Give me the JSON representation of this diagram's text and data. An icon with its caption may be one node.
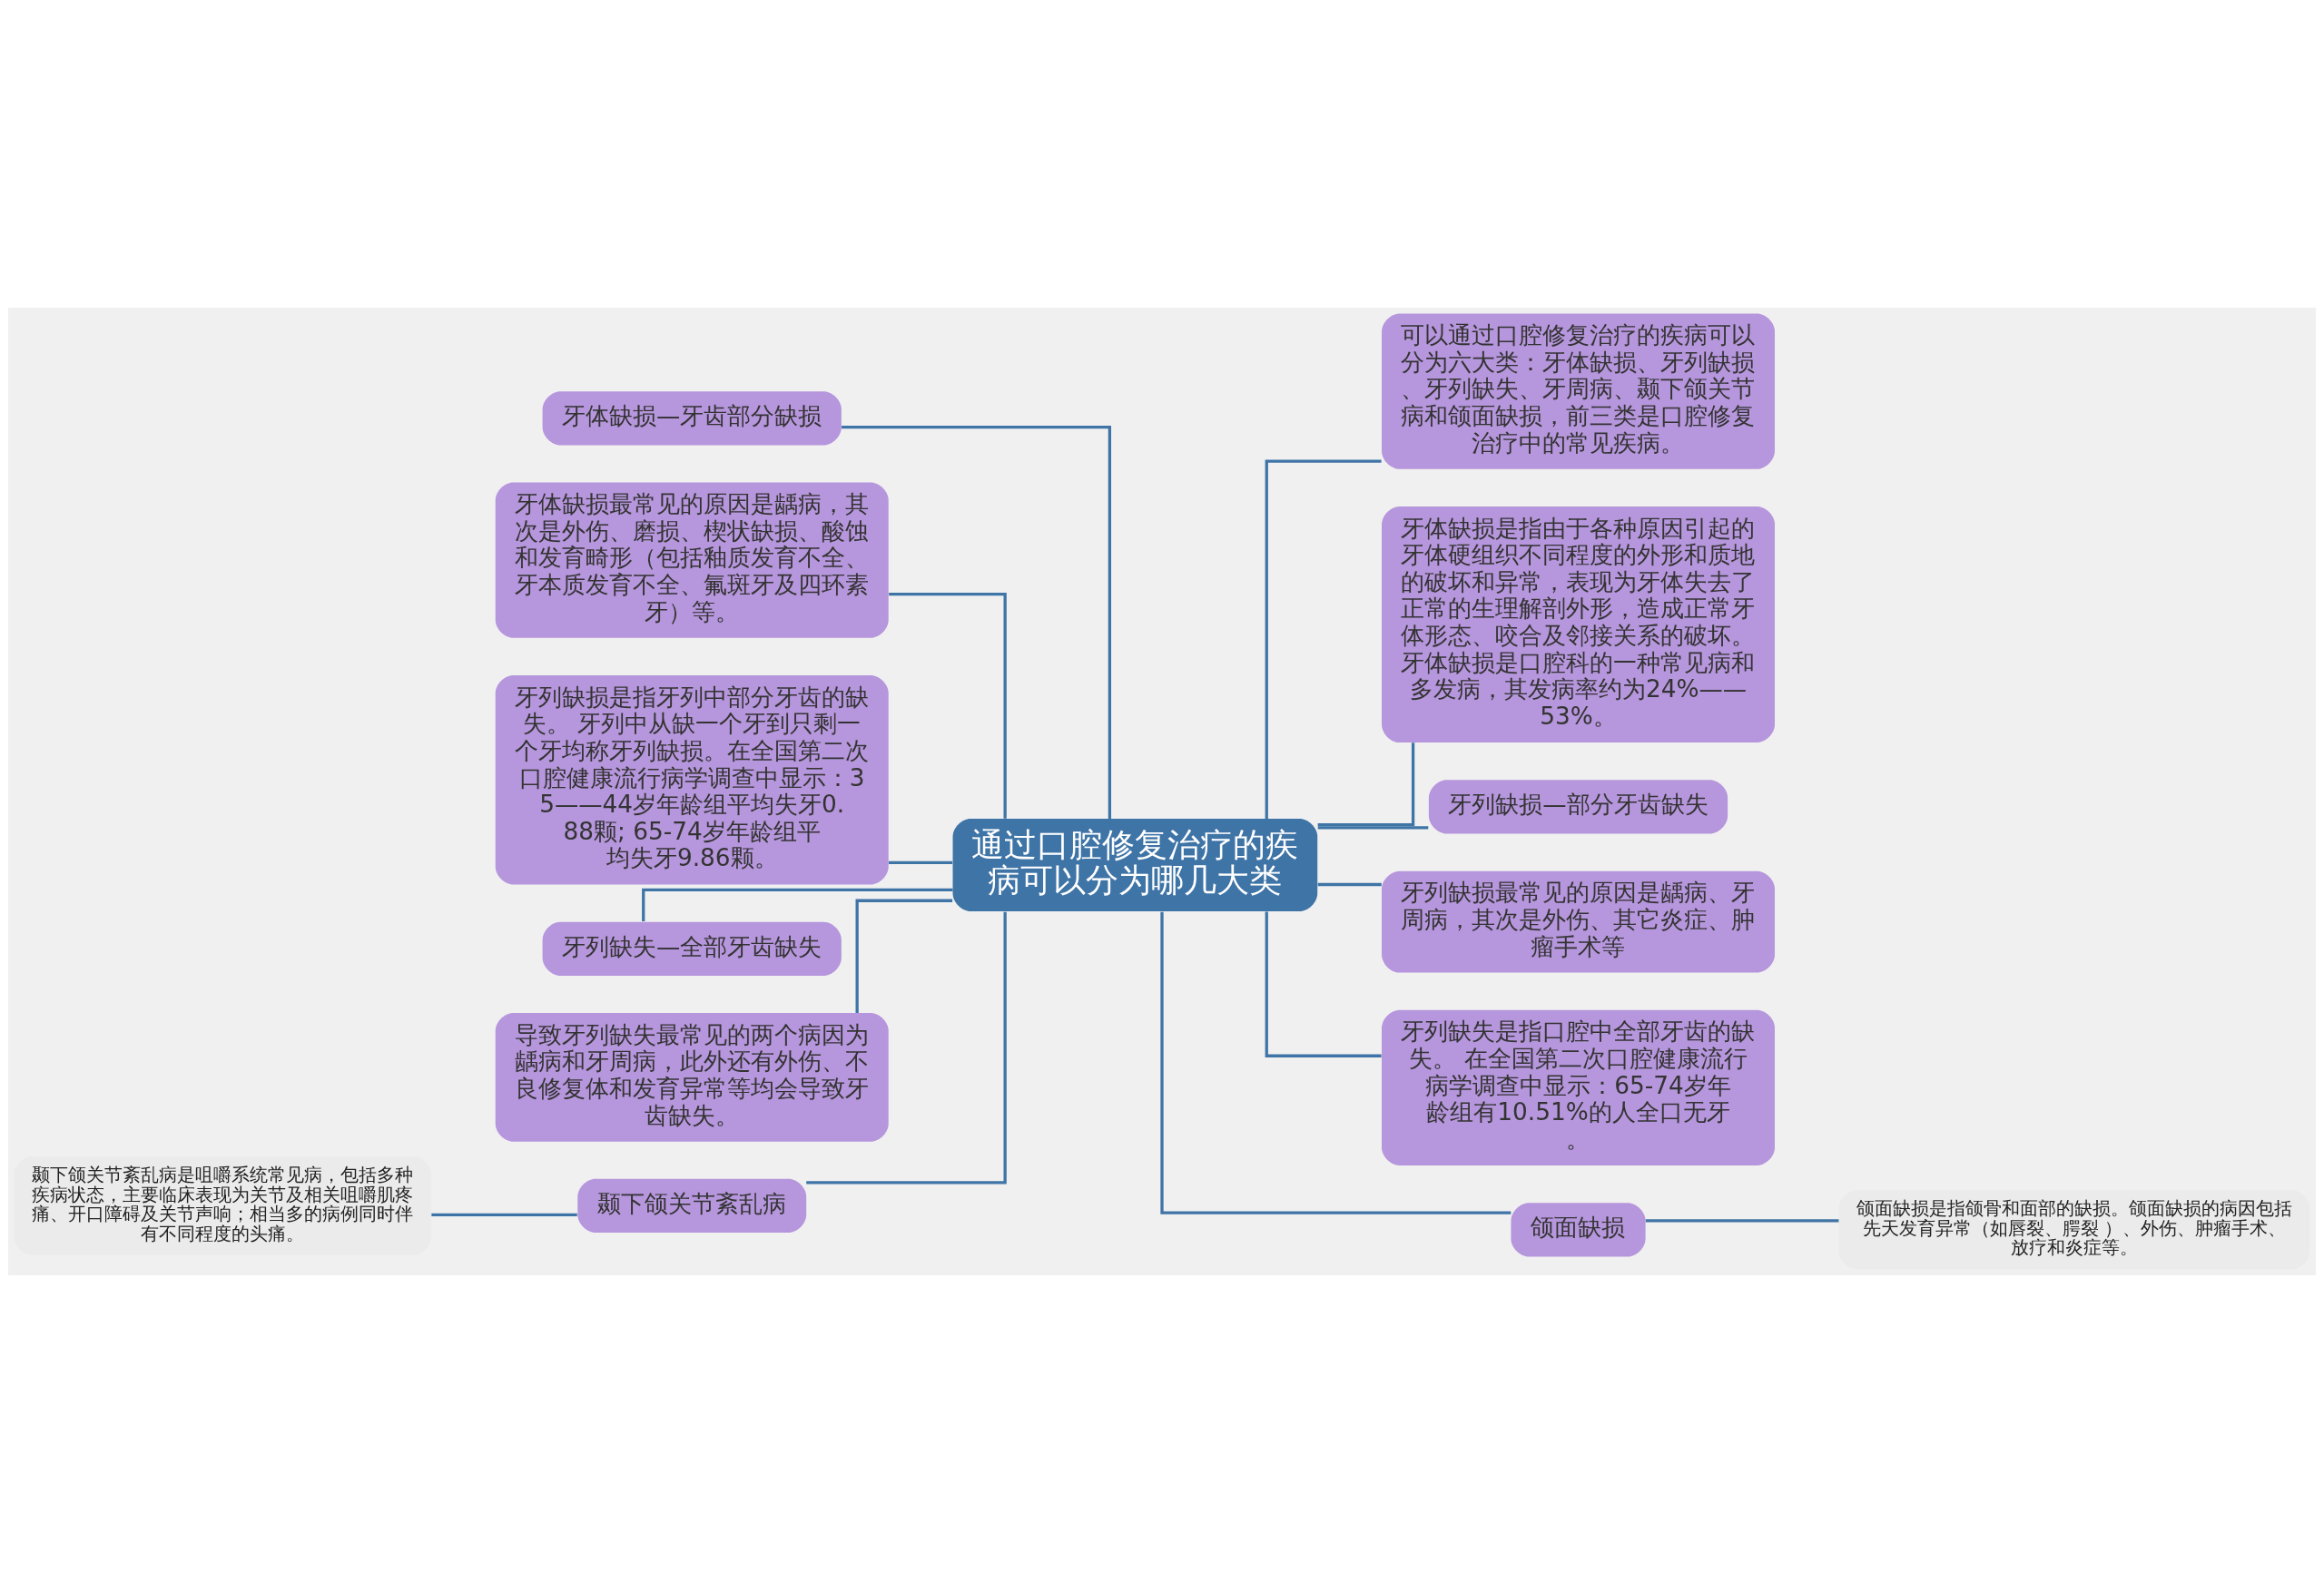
{
  "diagram": {
    "nodes": [
      {
        "text": [
          "通过口腔修复治疗的疾病可以分为哪几大类"
        ]
      },
      {
        "text": [
          "牙体缺损—牙齿部分缺损"
        ]
      },
      {
        "text": [
          "牙体缺损最常见的原因是龋病，其次是外伤、磨损、楔状缺损、酸蚀和发育畸形（包括釉质发育不全、牙本质发育不全、氟斑牙及四环素牙）等。"
        ]
      },
      {
        "text": [
          "牙列缺损是指牙列中部分牙齿的缺失。 牙列中从缺一个牙到只剩一个牙均称牙列缺损。在全国第二次口腔健康流行病学调查中显示：35——44岁年龄组平均失牙0.88颗; 65-74岁年龄组平均失牙9.86颗。"
        ]
      },
      {
        "text": [
          "牙列缺失—全部牙齿缺失"
        ]
      },
      {
        "text": [
          "导致牙列缺失最常见的两个病因为龋病和牙周病，此外还有外伤、不良修复体和发育异常等均会导致牙齿缺失。"
        ]
      },
      {
        "text": [
          "颞下颌关节紊乱病"
        ]
      },
      {
        "text": [
          "颞下颌关节紊乱病是咀嚼系统常见病，包括多种疾病状态，主要临床表现为关节及相关咀嚼肌疼痛、开口障碍及关节声响；相当多的病例同时伴有不同程度的头痛。"
        ]
      },
      {
        "text": [
          "可以通过口腔修复治疗的疾病可以分为六大类：牙体缺损、牙列缺损、牙列缺失、牙周病、颞下颌关节病和颌面缺损，前三类是口腔修复治疗中的常见疾病。"
        ]
      },
      {
        "text": [
          "牙体缺损是指由于各种原因引起的牙体硬组织不同程度的外形和质地的破坏和异常，表现为牙体失去了正常的生理解剖外形，造成正常牙体形态、咬合及邻接关系的破坏。牙体缺损是口腔科的一种常见病和多发病，其发病率约为24%——53%。"
        ]
      },
      {
        "text": [
          "牙列缺损—部分牙齿缺失"
        ]
      },
      {
        "text": [
          "牙列缺损最常见的原因是龋病、牙周病，其次是外伤、其它炎症、肿瘤手术等"
        ]
      },
      {
        "text": [
          "牙列缺失是指口腔中全部牙齿的缺失。 在全国第二次口腔健康流行病学调查中显示：65-74岁年龄组有10.51%的人全口无牙。"
        ]
      },
      {
        "text": [
          "颌面缺损"
        ]
      },
      {
        "text": [
          "颌面缺损是指颌骨和面部的缺损。颌面缺损的病因包括先天发育异常（如唇裂、腭裂 ）、外伤、肿瘤手术、放疗和炎症等。"
        ]
      }
    ],
    "edges": [
      {
        "from": 0,
        "to": 1,
        "arrow": "none"
      },
      {
        "from": 0,
        "to": 2,
        "arrow": "none"
      },
      {
        "from": 0,
        "to": 3,
        "arrow": "none"
      },
      {
        "from": 0,
        "to": 4,
        "arrow": "none"
      },
      {
        "from": 0,
        "to": 5,
        "arrow": "none"
      },
      {
        "from": 0,
        "to": 6,
        "arrow": "none"
      },
      {
        "from": 6,
        "to": 7,
        "arrow": "none"
      },
      {
        "from": 0,
        "to": 8,
        "arrow": "none"
      },
      {
        "from": 0,
        "to": 9,
        "arrow": "none"
      },
      {
        "from": 0,
        "to": 10,
        "arrow": "none"
      },
      {
        "from": 0,
        "to": 11,
        "arrow": "none"
      },
      {
        "from": 0,
        "to": 12,
        "arrow": "none"
      },
      {
        "from": 0,
        "to": 13,
        "arrow": "none"
      },
      {
        "from": 13,
        "to": 14,
        "arrow": "none"
      }
    ]
  }
}
